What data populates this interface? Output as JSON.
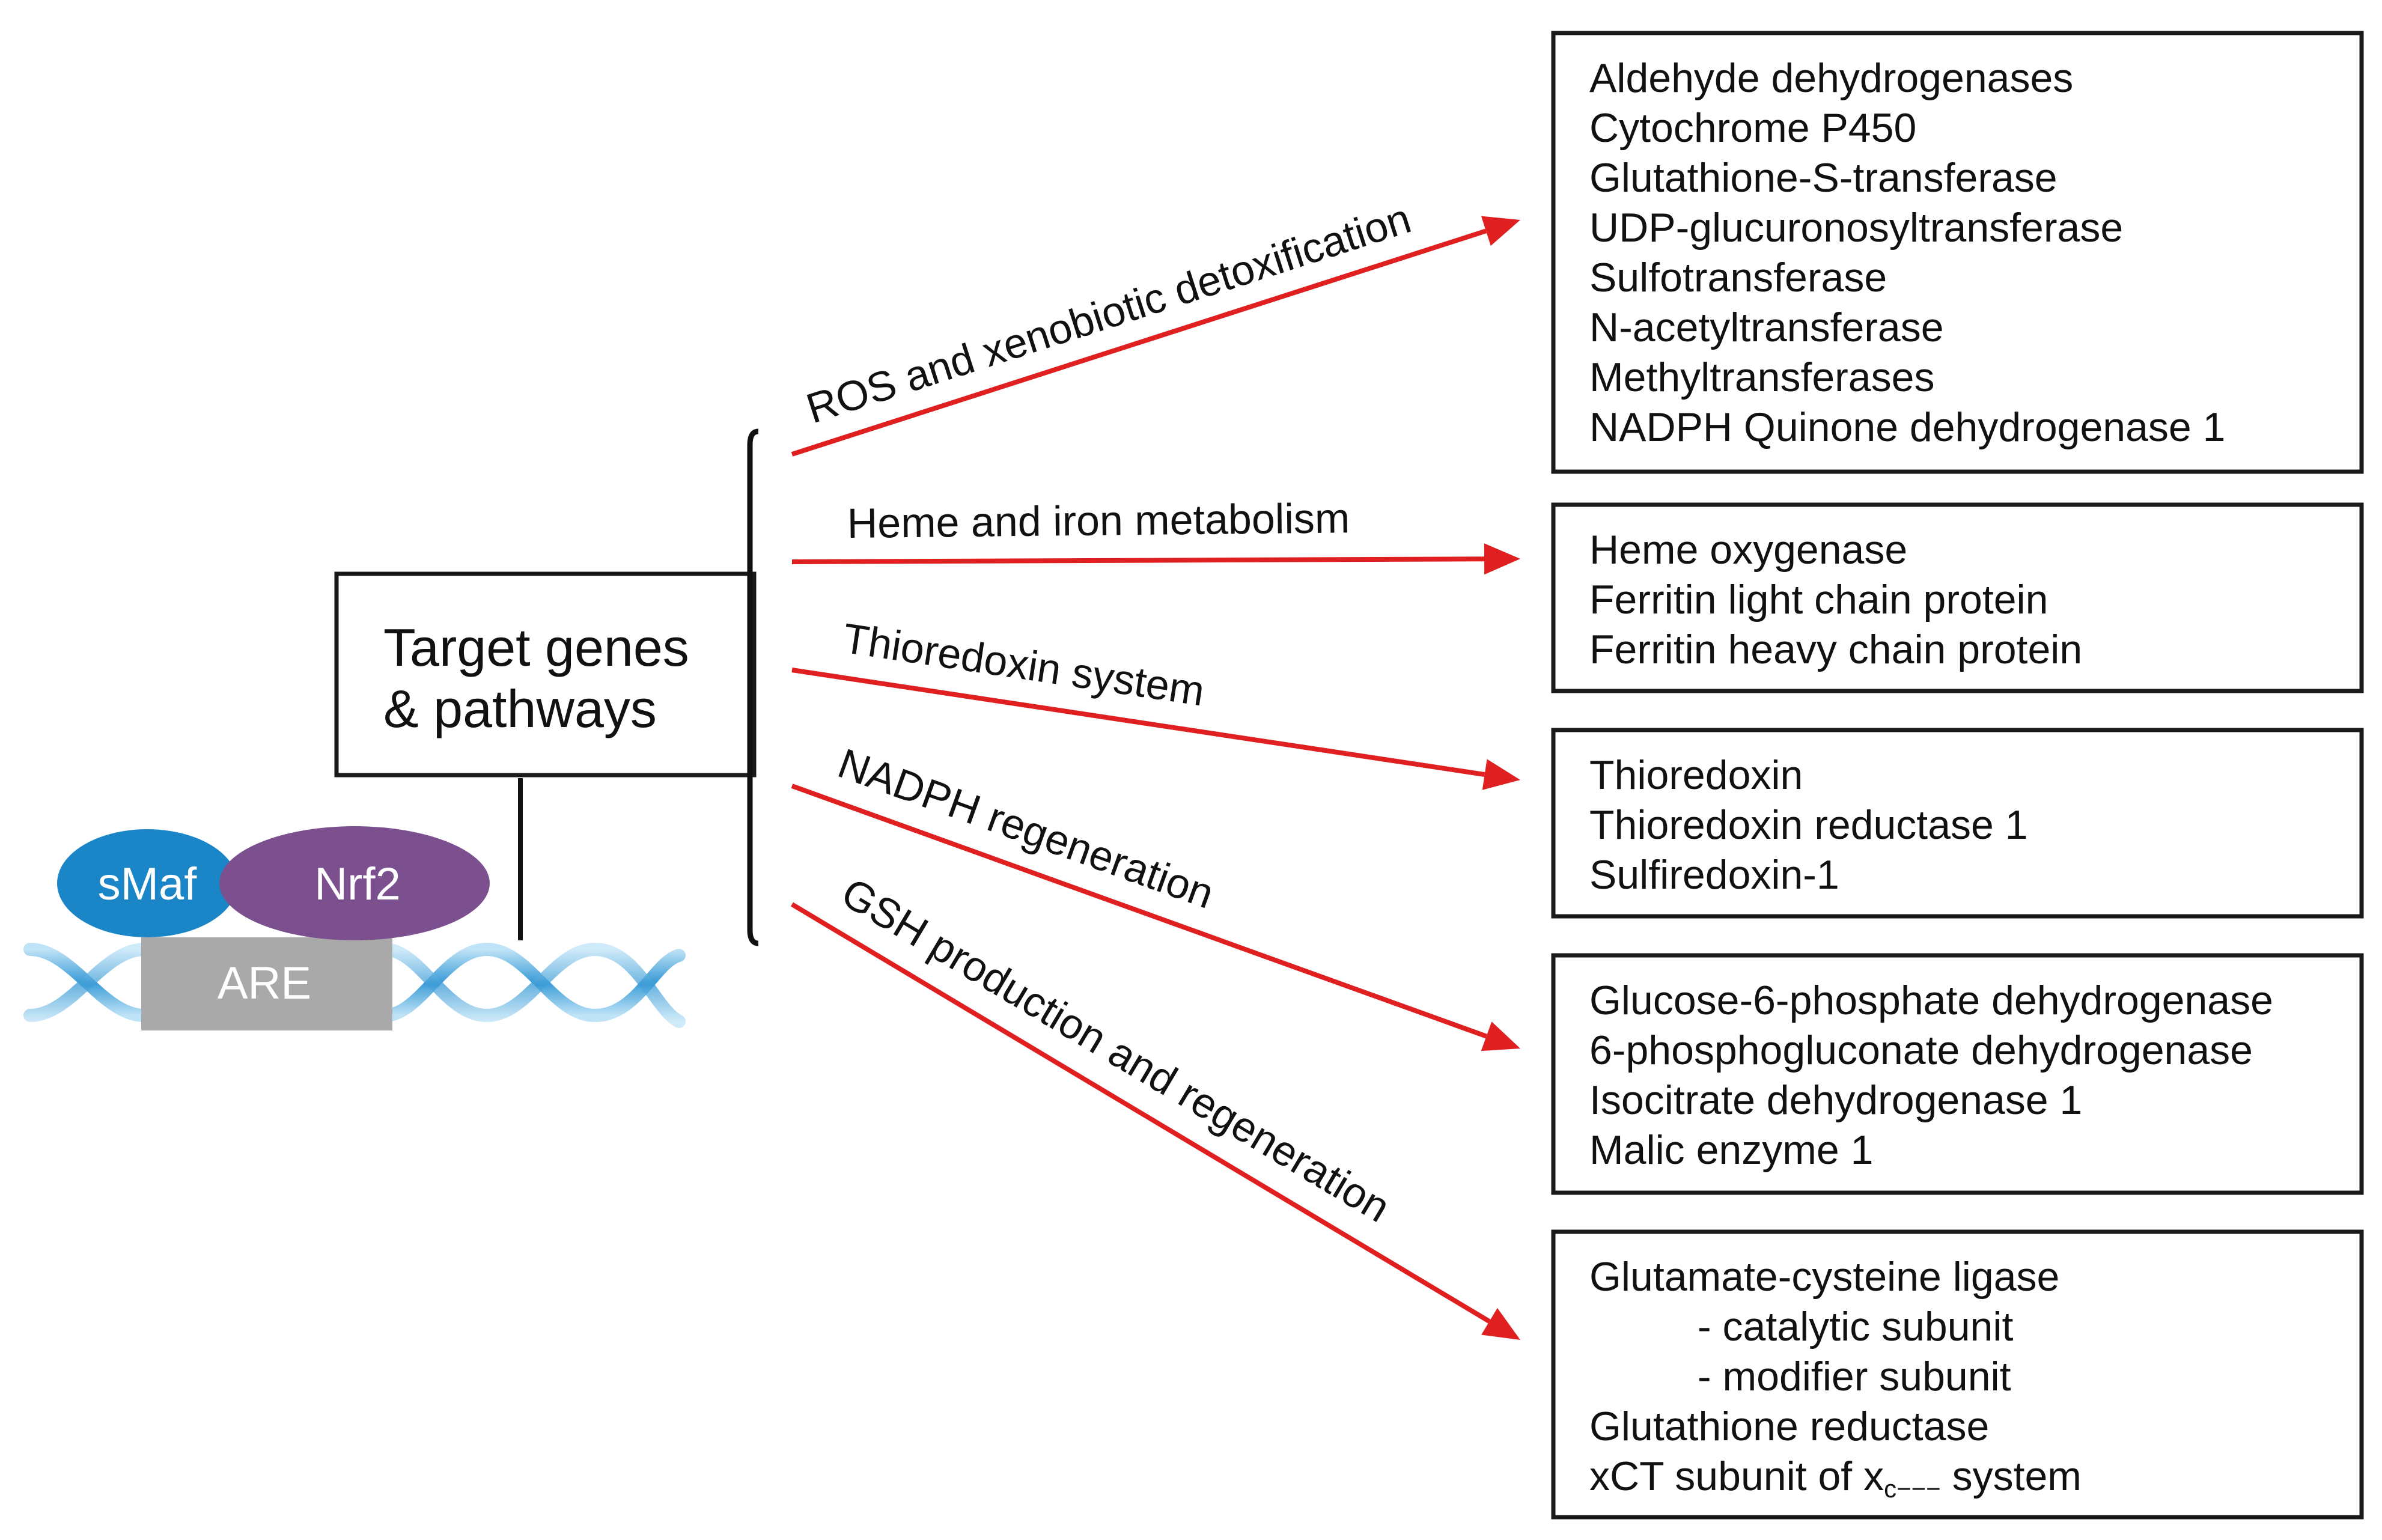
{
  "center_box": {
    "line1": "Target genes",
    "line2": "& pathways"
  },
  "complex": {
    "smaf": "sMaf",
    "nrf2": "Nrf2",
    "are": "ARE"
  },
  "pathways": [
    {
      "label": "ROS and xenobiotic detoxification",
      "genes": [
        "Aldehyde dehydrogenases",
        "Cytochrome P450",
        "Glutathione-S-transferase",
        "UDP-glucuronosyltransferase",
        "Sulfotransferase",
        "N-acetyltransferase",
        "Methyltransferases",
        "NADPH Quinone dehydrogenase 1"
      ]
    },
    {
      "label": "Heme and iron metabolism",
      "genes": [
        "Heme oxygenase",
        "Ferritin light chain protein",
        "Ferritin heavy chain protein"
      ]
    },
    {
      "label": "Thioredoxin system",
      "genes": [
        "Thioredoxin",
        "Thioredoxin reductase 1",
        "Sulfiredoxin-1"
      ]
    },
    {
      "label": "NADPH regeneration",
      "genes": [
        "Glucose-6-phosphate dehydrogenase",
        "6-phosphogluconate dehydrogenase",
        "Isocitrate dehydrogenase 1",
        "Malic enzyme 1"
      ]
    },
    {
      "label": "GSH production and regeneration",
      "genes": [
        "Glutamate-cysteine ligase",
        "- catalytic subunit",
        "- modifier subunit",
        "Glutathione reductase"
      ],
      "last_gene": {
        "prefix": "xCT subunit of x",
        "subscript": "c−−−",
        "suffix": " system"
      }
    }
  ],
  "colors": {
    "arrow": "#e02020",
    "smaf": "#1a86c8",
    "nrf2": "#7c4f8f",
    "are": "#a9a9a9",
    "dna": "#3a9bd6"
  }
}
